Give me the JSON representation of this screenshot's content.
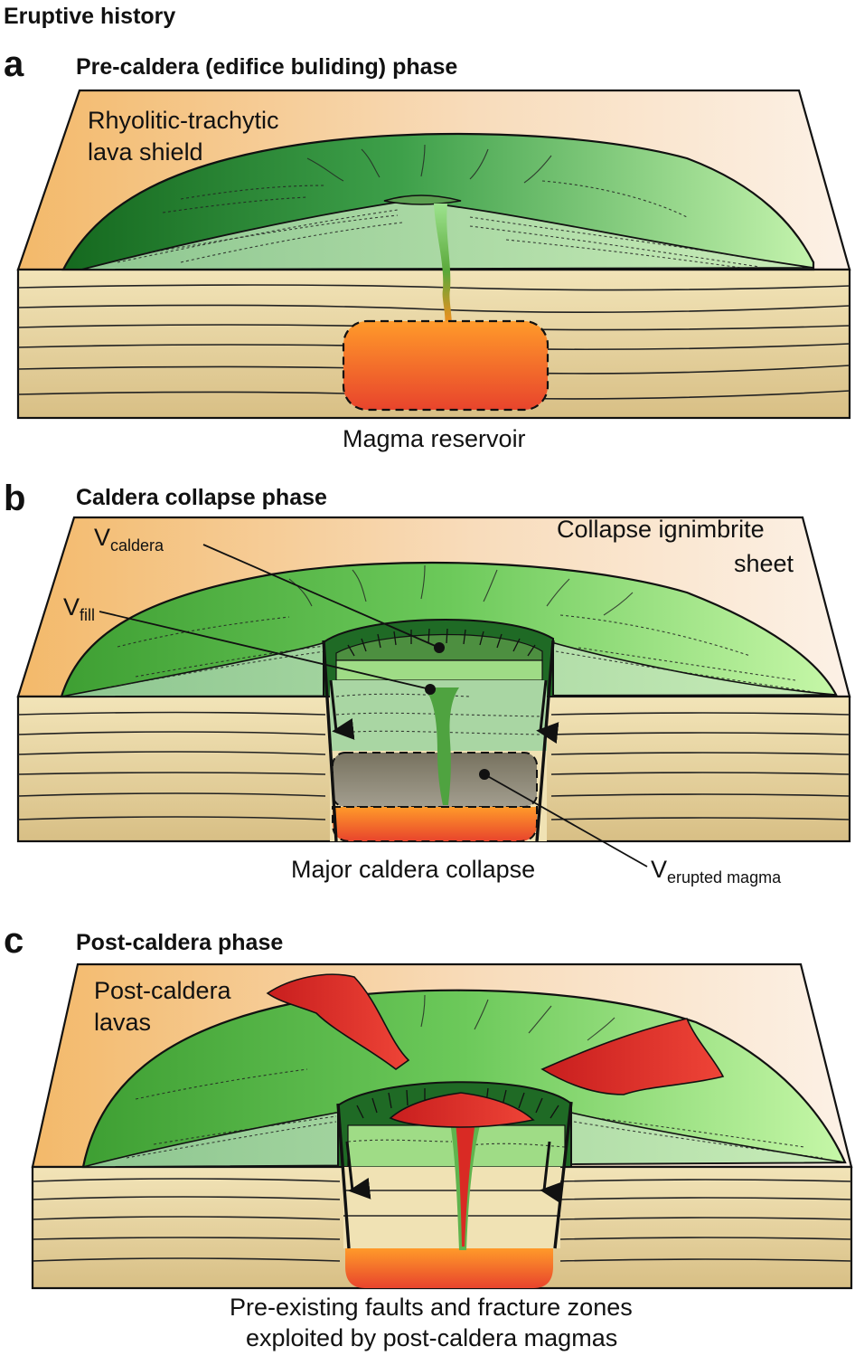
{
  "title": "Eruptive history",
  "panels": [
    {
      "letter": "a",
      "heading": "Pre-caldera (edifice buliding) phase",
      "label_main_line1": "Rhyolitic-trachytic",
      "label_main_line2": "lava shield",
      "label_bottom": "Magma reservoir"
    },
    {
      "letter": "b",
      "heading": "Caldera collapse phase",
      "label_main_line1": "Collapse ignimbrite",
      "label_main_line2": "sheet",
      "v_caldera_main": "V",
      "v_caldera_sub": "caldera",
      "v_fill_main": "V",
      "v_fill_sub": "fill",
      "v_erupted_main": "V",
      "v_erupted_sub": "erupted magma",
      "label_bottom": "Major caldera collapse"
    },
    {
      "letter": "c",
      "heading": "Post-caldera phase",
      "label_main_line1": "Post-caldera",
      "label_main_line2": "lavas",
      "label_bottom_line1": "Pre-existing faults and fracture zones",
      "label_bottom_line2": "exploited by post-caldera magmas"
    }
  ],
  "colors": {
    "background_left": "#f3b96a",
    "background_right": "#fbeee2",
    "strata": "#f0e0b0",
    "strata_dark": "#dcc48a",
    "shield_dark": "#1f7a2a",
    "shield_light": "#b6ef9a",
    "magma_top": "#ff8a24",
    "magma_bottom": "#e84a2a",
    "lava_red": "#d92a24",
    "reservoir_gray": "#8a8579"
  }
}
